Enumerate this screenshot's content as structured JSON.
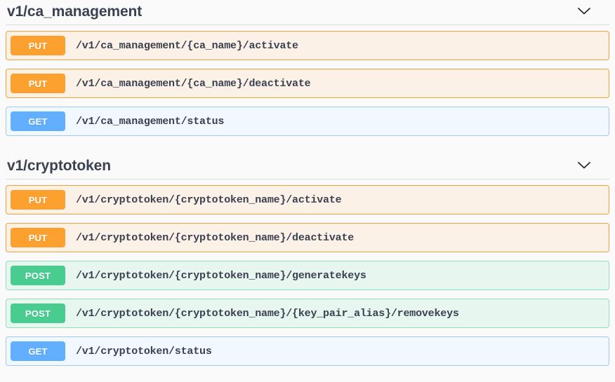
{
  "page": {
    "background_color": "#fafafa",
    "text_color": "#3b4151"
  },
  "method_colors": {
    "get": "#61affe",
    "put": "#fca130",
    "post": "#49cc90"
  },
  "sections": [
    {
      "title": "v1/ca_management",
      "toggle_icon": "chevron-down-icon",
      "expanded": true,
      "operations": [
        {
          "method": "PUT",
          "method_key": "put",
          "path": "/v1/ca_management/{ca_name}/activate"
        },
        {
          "method": "PUT",
          "method_key": "put",
          "path": "/v1/ca_management/{ca_name}/deactivate"
        },
        {
          "method": "GET",
          "method_key": "get",
          "path": "/v1/ca_management/status"
        }
      ]
    },
    {
      "title": "v1/cryptotoken",
      "toggle_icon": "chevron-down-icon",
      "expanded": true,
      "operations": [
        {
          "method": "PUT",
          "method_key": "put",
          "path": "/v1/cryptotoken/{cryptotoken_name}/activate"
        },
        {
          "method": "PUT",
          "method_key": "put",
          "path": "/v1/cryptotoken/{cryptotoken_name}/deactivate"
        },
        {
          "method": "POST",
          "method_key": "post",
          "path": "/v1/cryptotoken/{cryptotoken_name}/generatekeys"
        },
        {
          "method": "POST",
          "method_key": "post",
          "path": "/v1/cryptotoken/{cryptotoken_name}/{key_pair_alias}/removekeys"
        },
        {
          "method": "GET",
          "method_key": "get",
          "path": "/v1/cryptotoken/status"
        }
      ]
    }
  ]
}
